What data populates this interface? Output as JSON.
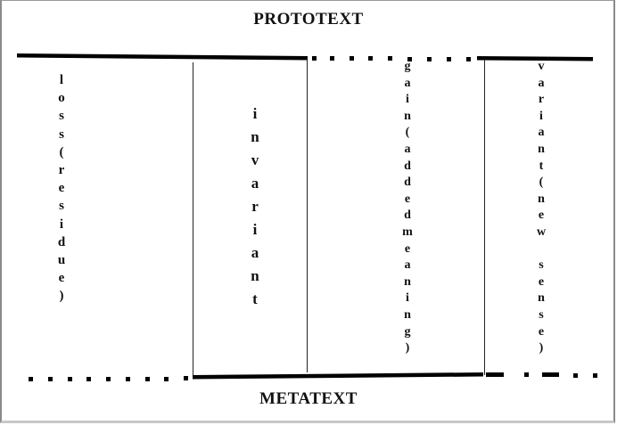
{
  "diagram": {
    "top_label": "PROTOTEXT",
    "bottom_label": "METATEXT",
    "columns": [
      {
        "id": "loss",
        "text": "loss(residue)",
        "letters": [
          "l",
          "o",
          "s",
          "s",
          "(",
          "r",
          "e",
          "s",
          "i",
          "d",
          "u",
          "e",
          ")"
        ]
      },
      {
        "id": "invariant",
        "text": "invariant",
        "letters": [
          "i",
          "n",
          "v",
          "a",
          "r",
          "i",
          "a",
          "n",
          "t"
        ]
      },
      {
        "id": "gain",
        "text": "gain(addedmeaning)",
        "letters": [
          "g",
          "a",
          "i",
          "n",
          "(",
          "a",
          "d",
          "d",
          "e",
          "d",
          "m",
          "e",
          "a",
          "n",
          "i",
          "n",
          "g",
          ")"
        ]
      },
      {
        "id": "variant",
        "text": "variant(new sense)",
        "letters": [
          "v",
          "a",
          "r",
          "i",
          "a",
          "n",
          "t",
          "(",
          "n",
          "e",
          "w",
          " ",
          "s",
          "e",
          "n",
          "s",
          "e",
          ")"
        ]
      }
    ],
    "line_color": "#000000",
    "text_color": "#111111"
  }
}
